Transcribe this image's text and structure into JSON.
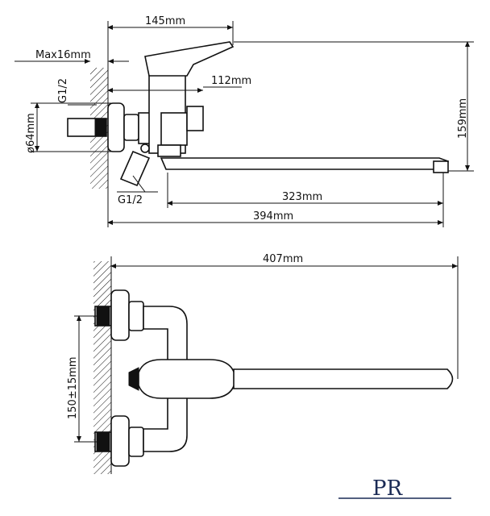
{
  "side_view": {
    "dim_width_145": "145mm",
    "dim_max16": "Max16mm",
    "dim_g12_top": "G1/2",
    "dim_112": "112mm",
    "dim_64": "ø64mm",
    "dim_159": "159mm",
    "dim_323": "323mm",
    "dim_394": "394mm",
    "dim_g12_bottom": "G1/2"
  },
  "top_view": {
    "dim_407": "407mm",
    "dim_150": "150±15mm"
  },
  "logo": {
    "text": "PR",
    "color": "#1a2a55"
  }
}
